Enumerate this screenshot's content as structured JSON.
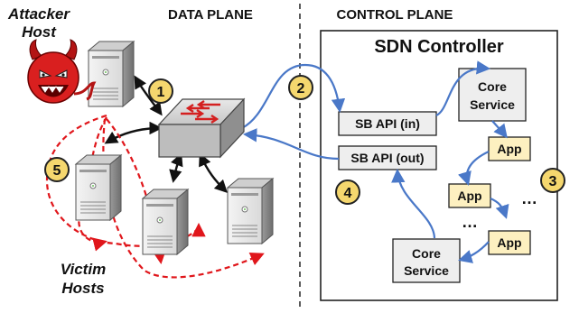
{
  "planes": {
    "data": "DATA PLANE",
    "control": "CONTROL PLANE"
  },
  "controller": {
    "title": "SDN Controller"
  },
  "attacker": {
    "line1": "Attacker",
    "line2": "Host"
  },
  "victims": {
    "line1": "Victim",
    "line2": "Hosts"
  },
  "sb_api_in": "SB API (in)",
  "sb_api_out": "SB API (out)",
  "core_service_top": {
    "line1": "Core",
    "line2": "Service"
  },
  "core_service_bottom": {
    "line1": "Core",
    "line2": "Service"
  },
  "apps": [
    "App",
    "App",
    "App"
  ],
  "ellipses": [
    "…",
    "…"
  ],
  "steps": [
    "1",
    "2",
    "3",
    "4",
    "5"
  ],
  "colors": {
    "blue_arrow": "#4a78c8",
    "red_dashed": "#e0161b",
    "black_link": "#111111",
    "box_fill": "#eeeeee",
    "app_fill": "#fdf0c0",
    "step_fill": "#f5d76e"
  }
}
